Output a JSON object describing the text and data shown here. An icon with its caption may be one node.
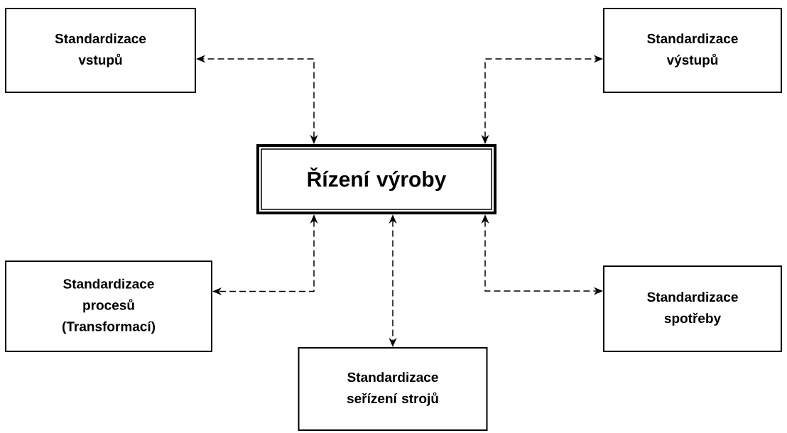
{
  "diagram": {
    "nodes": [
      {
        "text": [
          "Řízení výroby"
        ]
      },
      {
        "text": [
          "Standardizace vstupů"
        ]
      },
      {
        "text": [
          "Standardizace výstupů"
        ]
      },
      {
        "text": [
          "Standardizace procesů (Transformací)"
        ]
      },
      {
        "text": [
          "Standardizace seřízení strojů"
        ]
      },
      {
        "text": [
          "Standardizace spotřeby"
        ]
      }
    ],
    "edges": [
      {
        "from": 0,
        "to": 1,
        "arrow": "both",
        "style": "dashed"
      },
      {
        "from": 0,
        "to": 2,
        "arrow": "both",
        "style": "dashed"
      },
      {
        "from": 0,
        "to": 3,
        "arrow": "both",
        "style": "dashed"
      },
      {
        "from": 0,
        "to": 4,
        "arrow": "both",
        "style": "dashed"
      },
      {
        "from": 0,
        "to": 5,
        "arrow": "both",
        "style": "dashed"
      }
    ]
  }
}
